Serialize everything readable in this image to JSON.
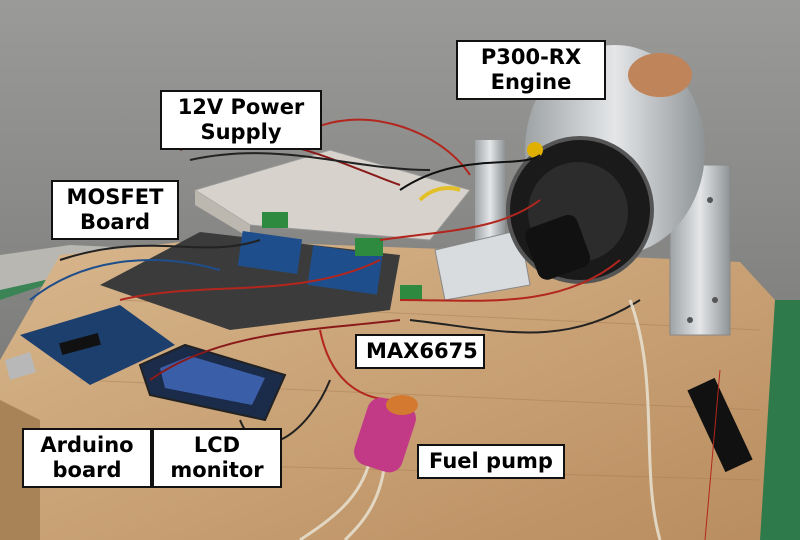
{
  "labels": {
    "engine": {
      "line1": "P300-RX",
      "line2": "Engine"
    },
    "power_supply": {
      "line1": "12V Power",
      "line2": "Supply"
    },
    "mosfet_board": {
      "line1": "MOSFET",
      "line2": "Board"
    },
    "max6675": {
      "line1": "MAX6675"
    },
    "arduino_board": {
      "line1": "Arduino",
      "line2": "board"
    },
    "lcd_monitor": {
      "line1": "LCD",
      "line2": "monitor"
    },
    "fuel_pump": {
      "line1": "Fuel pump"
    }
  },
  "colors": {
    "asphalt": "#8d8d8b",
    "table_wood": "#c9a47a",
    "green_floor": "#2f7a4a",
    "aluminum": "#cfd2d4",
    "board_blue": "#1f4e8c",
    "pump_magenta": "#c23a86"
  }
}
